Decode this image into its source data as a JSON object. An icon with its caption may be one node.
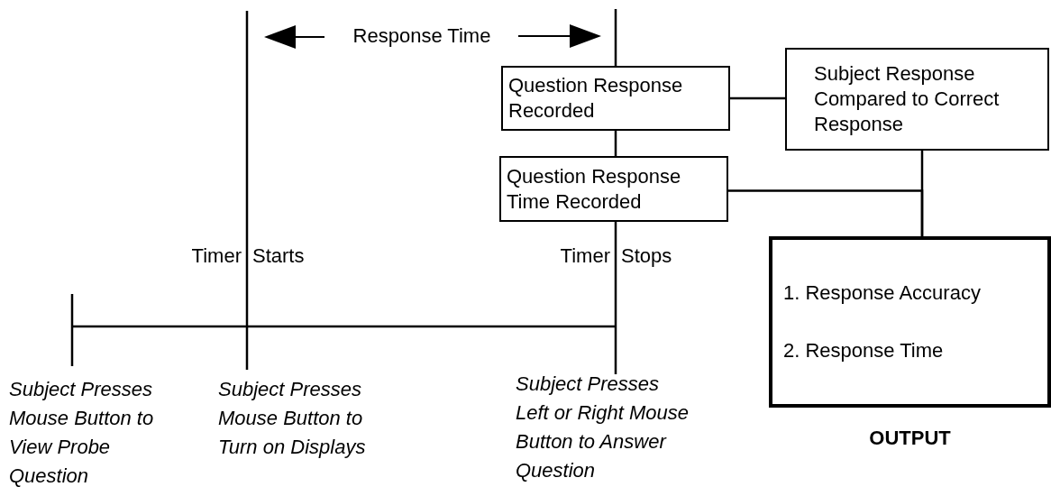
{
  "diagram": {
    "nodes": [
      {
        "text": [
          "Question Response Recorded"
        ]
      },
      {
        "text": [
          "Question Response Time Recorded"
        ]
      },
      {
        "text": [
          "Subject Response Compared to Correct Response"
        ]
      },
      {
        "text": [
          "1. Response Accuracy",
          "2. Response Time"
        ],
        "beside": [
          "OUTPUT"
        ]
      }
    ],
    "edges": [
      {
        "from": 0,
        "to": 1,
        "arrow": "none"
      },
      {
        "from": 0,
        "to": 2,
        "arrow": "none"
      },
      {
        "from": 1,
        "to": 3,
        "arrow": "none"
      },
      {
        "from": 2,
        "to": 3,
        "arrow": "none"
      }
    ],
    "labels": [
      "Response Time",
      "Timer",
      "Starts",
      "Timer",
      "Stops",
      "Subject Presses Mouse Button to View Probe Question",
      "Subject Presses Mouse Button to Turn on Displays",
      "Subject Presses Left or Right Mouse Button to Answer Question"
    ]
  }
}
